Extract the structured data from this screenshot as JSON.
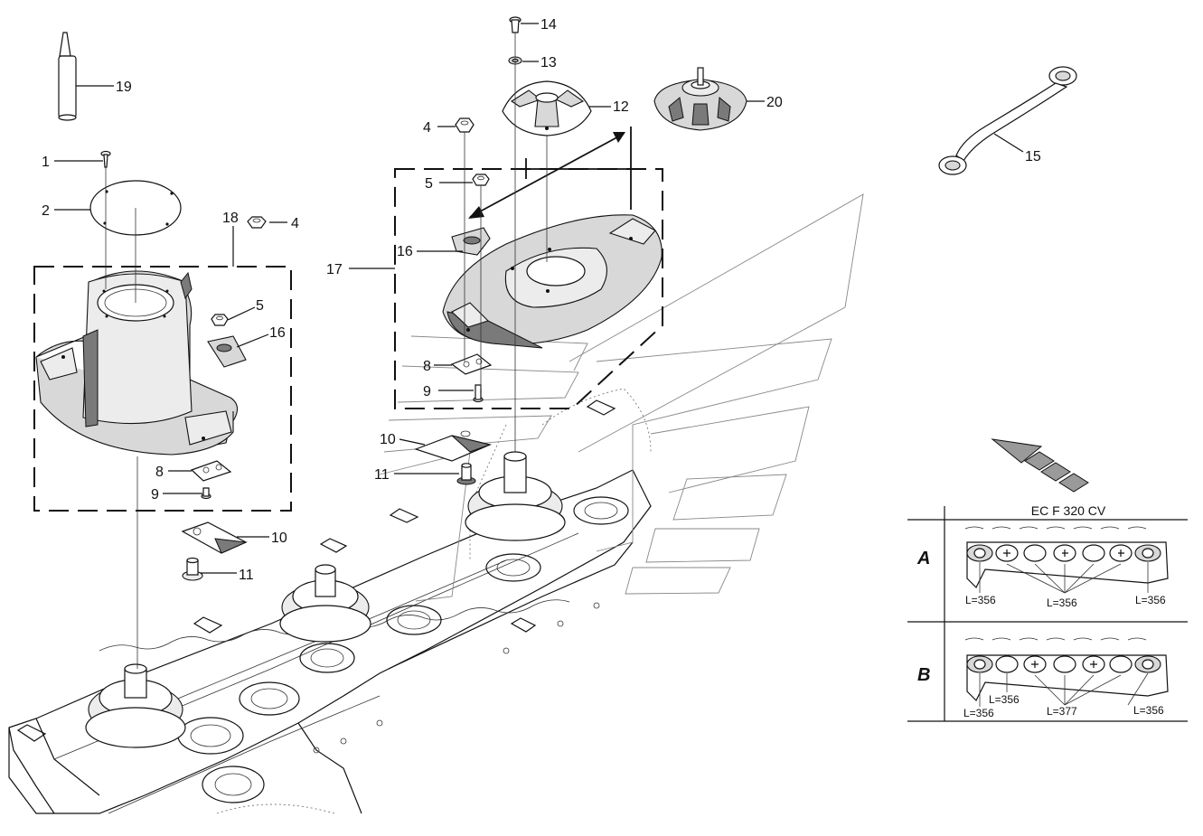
{
  "callouts": {
    "c1": "1",
    "c2": "2",
    "c18": "18",
    "c4a": "4",
    "c5a": "5",
    "c16a": "16",
    "c8a": "8",
    "c9a": "9",
    "c10a": "10",
    "c11a": "11",
    "c19": "19",
    "c14": "14",
    "c13": "13",
    "c12": "12",
    "c20": "20",
    "c4b": "4",
    "c5b": "5",
    "c16b": "16",
    "c17": "17",
    "c8b": "8",
    "c9b": "9",
    "c10b": "10",
    "c11b": "11",
    "c15": "15"
  },
  "config_table": {
    "title": "EC F 320 CV",
    "row_a": {
      "label": "A",
      "lengths": {
        "left": "L=356",
        "middle": "L=356",
        "right": "L=356"
      }
    },
    "row_b": {
      "label": "B",
      "lengths": {
        "left_upper": "L=356",
        "left_lower": "L=356",
        "middle": "L=377",
        "right": "L=356"
      }
    }
  }
}
